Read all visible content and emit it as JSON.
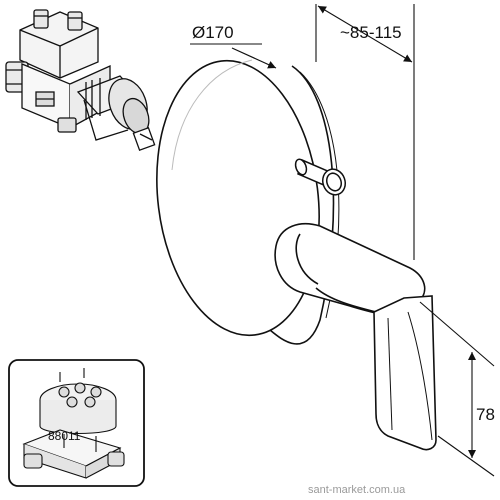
{
  "dimensions": {
    "plate_diameter": "Ø170",
    "projection_range": "~85-115",
    "lever_height": "78"
  },
  "inset": {
    "part_number": "88011"
  },
  "watermark": "sant-market.com.ua",
  "colors": {
    "line": "#111111",
    "inset_frame": "#111111",
    "watermark": "#9a9a9a"
  }
}
